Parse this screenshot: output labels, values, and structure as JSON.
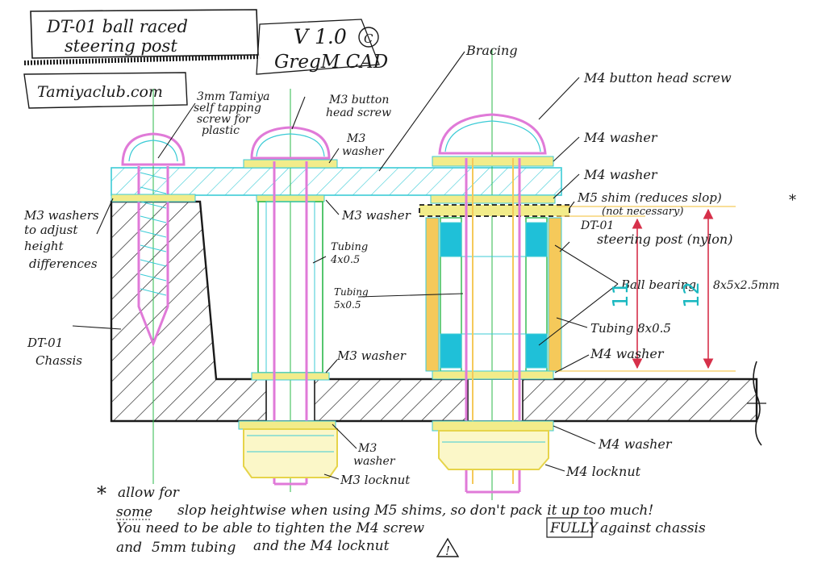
{
  "title_block": {
    "line1": "DT-01     ball raced",
    "line2": "steering   post",
    "version": "V 1.0",
    "copyright": "C",
    "author": "GregM CAD",
    "website": "Tamiyaclub.com"
  },
  "labels": {
    "bracing": "Bracing",
    "m4_button_head_screw": "M4  button head screw",
    "m4_washer_top": "M4  washer",
    "m4_washer_2": "M4  washer",
    "m5_shim_1": "M5  shim (reduces slop)",
    "m5_shim_asterisk": "*",
    "m5_shim_2": "(not necessary)",
    "dt01_post_1": "DT-01",
    "dt01_post_2": "steering post (nylon)",
    "ball_bearing": "Ball bearing",
    "bearing_size": "8x5x2.5mm",
    "dim_11": "11",
    "dim_12": "12",
    "tubing_8x05": "Tubing  8x0.5",
    "m4_washer_lower": "M4  washer",
    "m4_washer_bottom": "M4  washer",
    "m4_locknut": "M4  locknut",
    "screw_3mm_1": "3mm Tamiya",
    "screw_3mm_2": "self tapping",
    "screw_3mm_3": "screw for",
    "screw_3mm_4": "plastic",
    "m3_button_1": "M3  button",
    "m3_button_2": "head screw",
    "m3_washer_top_1": "M3",
    "m3_washer_top_2": "washer",
    "m3_washer_side": "M3  washer",
    "tubing_4x05_1": "Tubing",
    "tubing_4x05_2": "4x0.5",
    "tubing_5x05_1": "Tubing",
    "tubing_5x05_2": "5x0.5",
    "m3_washer_mid": "M3 washer",
    "m3_washer_bottom_1": "M3",
    "m3_washer_bottom_2": "washer",
    "m3_locknut": "M3  locknut",
    "m3_washers_adjust_1": "M3 washers",
    "m3_washers_adjust_2": "to adjust",
    "m3_washers_adjust_3": "height",
    "m3_washers_adjust_4": "differences",
    "dt01_chassis_1": "DT-01",
    "dt01_chassis_2": "Chassis"
  },
  "note": {
    "asterisk": "*",
    "line1": "allow for",
    "line2a": "some",
    "line2b": "slop heightwise when using M5 shims, so don't pack it up too much!",
    "line3a": "You need to be able to tighten the M4 screw",
    "line3b": "FULLY",
    "line3c": "against chassis",
    "line4a": "and",
    "line4b": "5mm tubing",
    "line4c": "and the M4 locknut",
    "line4d": "!"
  },
  "colors": {
    "ink": "#1a1a1a",
    "cyan_line": "#3ccbd6",
    "green_line": "#2bb84a",
    "magenta": "#e07ad8",
    "yellow": "#f2ec8a",
    "orange": "#f5c95a",
    "bearing_fill": "#1fc0d8",
    "dim_red": "#d6304a",
    "teal_text": "#1bb8c0"
  }
}
